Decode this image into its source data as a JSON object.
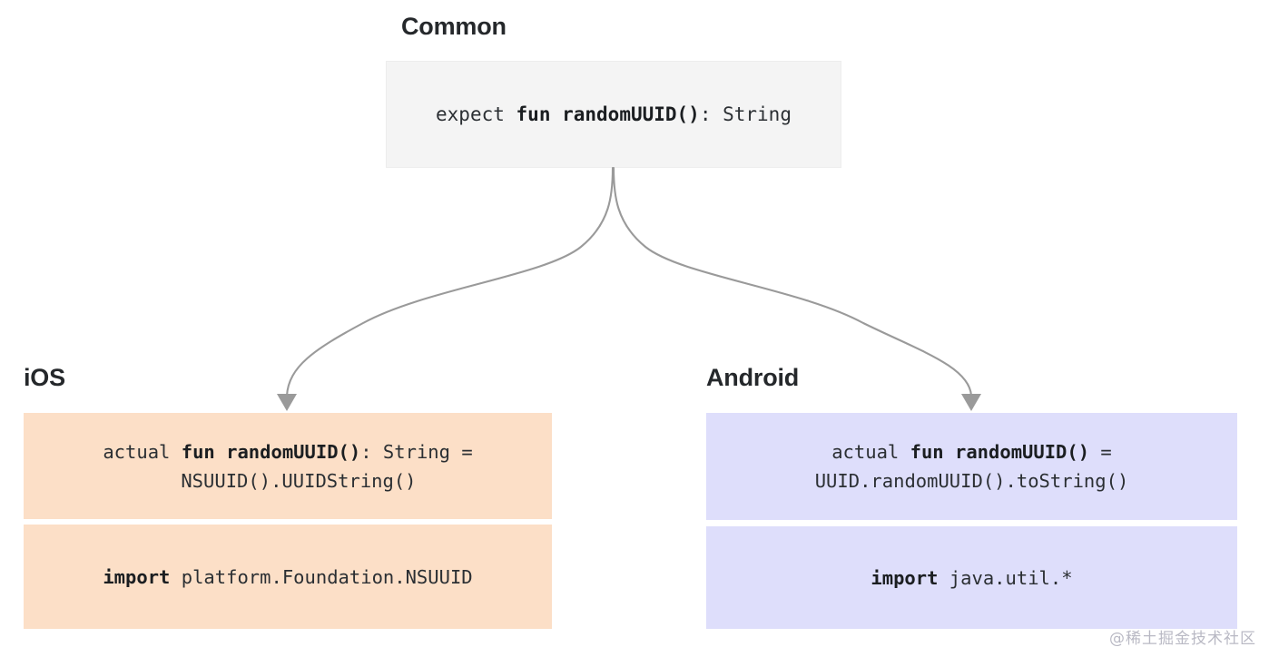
{
  "diagram": {
    "title_common": "Common",
    "title_ios": "iOS",
    "title_android": "Android",
    "colors": {
      "common_box_bg": "#f4f4f4",
      "common_box_border": "#ededed",
      "ios_box_bg": "#fcdfc7",
      "android_box_bg": "#dedefb",
      "connector_stroke": "#9a9a9a",
      "arrow_fill": "#9a9a9a",
      "code_text": "#2b2f33",
      "heading_text": "#25282b",
      "watermark_text": "#b9b9c4",
      "page_bg": "#ffffff"
    },
    "common_box": {
      "line1_pre": "expect ",
      "line1_bold": "fun randomUUID()",
      "line1_post": ": String"
    },
    "ios_box": {
      "code_line1_pre": "actual ",
      "code_line1_bold": "fun randomUUID()",
      "code_line1_post": ": String =",
      "code_line2": "NSUUID().UUIDString()",
      "import_bold": "import",
      "import_rest": " platform.Foundation.NSUUID"
    },
    "android_box": {
      "code_line1_pre": "actual ",
      "code_line1_bold": "fun randomUUID()",
      "code_line1_post": " =",
      "code_line2": "UUID.randomUUID().toString()",
      "import_bold": "import",
      "import_rest": " java.util.*"
    },
    "connectors": [
      {
        "name": "common-to-ios",
        "from": "common-box-bottom",
        "to": "ios-box-top"
      },
      {
        "name": "common-to-android",
        "from": "common-box-bottom",
        "to": "android-box-top"
      }
    ],
    "watermark": "@稀土掘金技术社区"
  }
}
